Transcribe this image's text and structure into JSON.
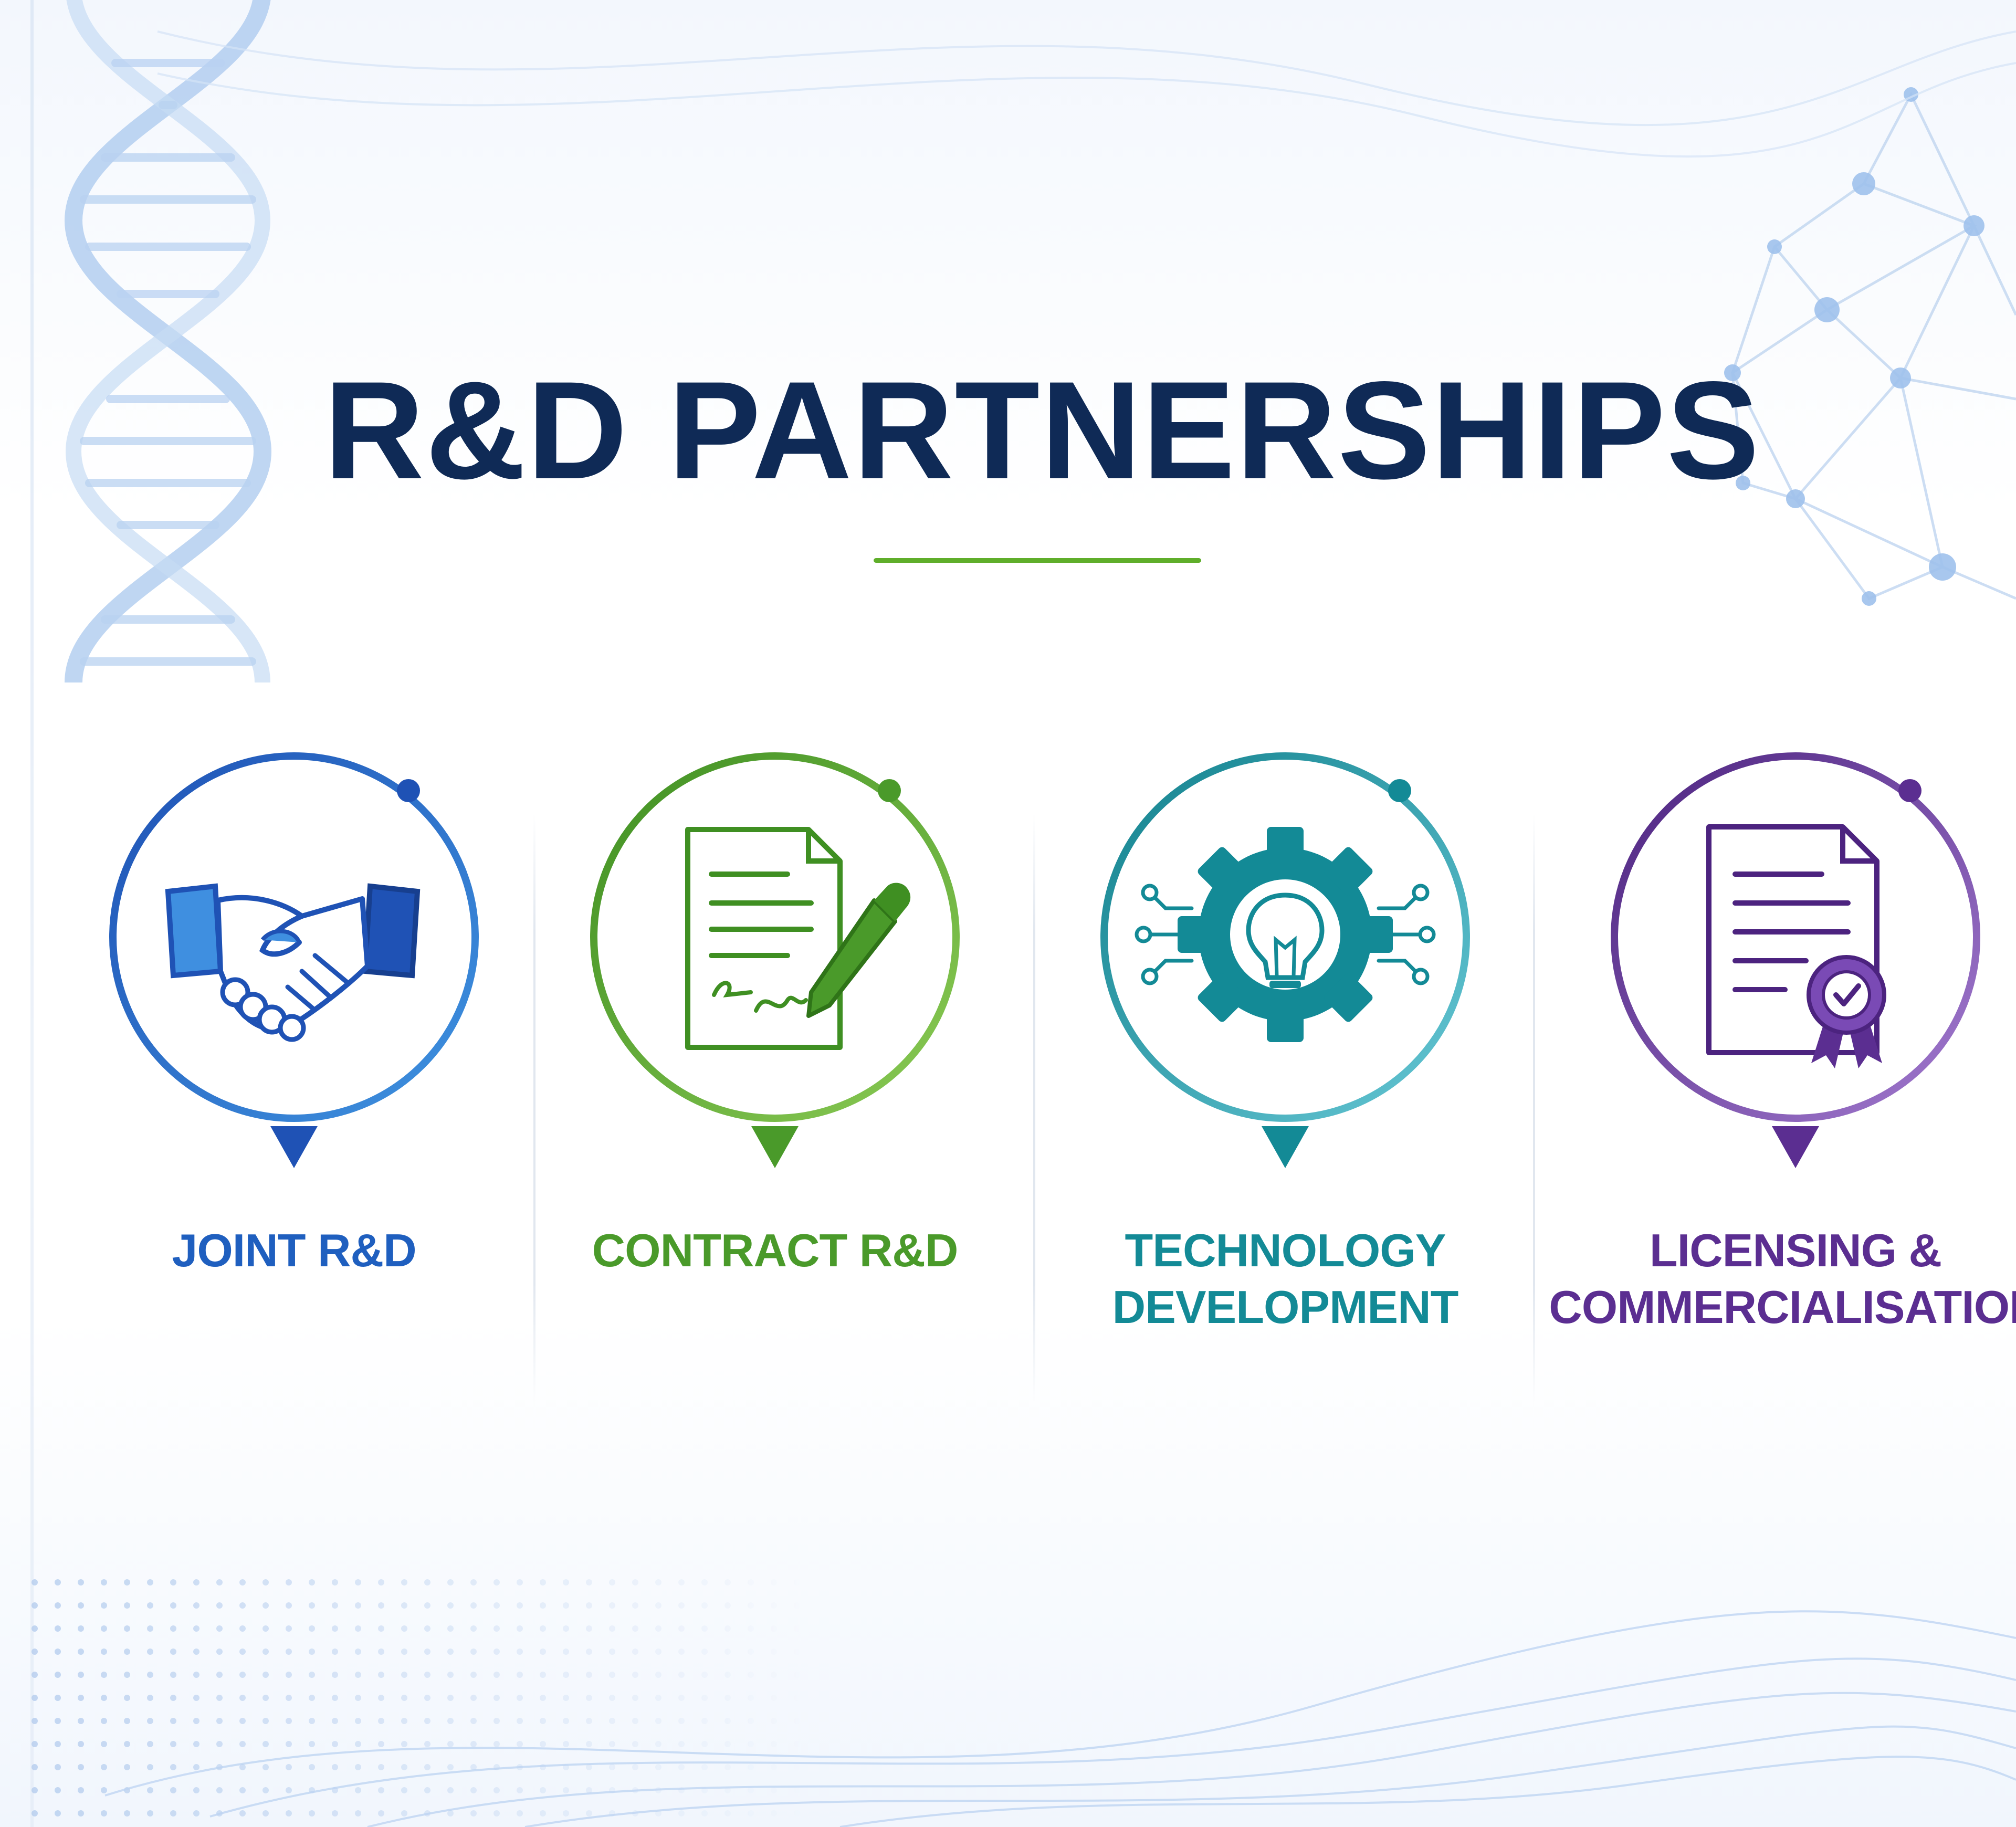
{
  "title": "R&D PARTNERSHIPS",
  "colors": {
    "title": "#0f2a56",
    "accent_rule": "#5fae2a",
    "joint": "#1f5fbf",
    "contract": "#4a9a2a",
    "technology": "#138a96",
    "licensing": "#5b2e91"
  },
  "partnerships": [
    {
      "icon": "handshake-icon",
      "lines": [
        "JOINT R&D"
      ]
    },
    {
      "icon": "signed-contract-icon",
      "lines": [
        "CONTRACT R&D"
      ]
    },
    {
      "icon": "gear-lightbulb-icon",
      "lines": [
        "TECHNOLOGY",
        "DEVELOPMENT"
      ]
    },
    {
      "icon": "certificate-document-icon",
      "lines": [
        "LICENSING &",
        "COMMERCIALISATION"
      ]
    }
  ]
}
